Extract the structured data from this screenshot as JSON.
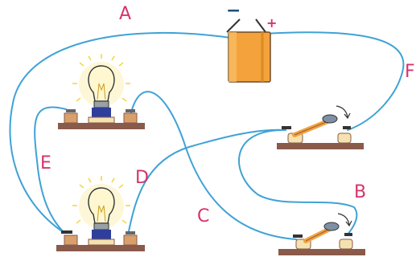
{
  "diagram": {
    "labels": {
      "A": "A",
      "B": "B",
      "C": "C",
      "D": "D",
      "E": "E",
      "F": "F"
    },
    "battery": {
      "minus": "−",
      "plus": "+"
    }
  },
  "colors": {
    "wire": "#3fa2d6",
    "label": "#d6336c",
    "battery": "#f4a23c",
    "base": "#8a5a4a",
    "bulb_glow": "#f6d31f",
    "lever": "#7f8fa6"
  },
  "icons": [
    "battery-icon",
    "light-bulb-icon",
    "knife-switch-icon",
    "terminal-icon"
  ]
}
